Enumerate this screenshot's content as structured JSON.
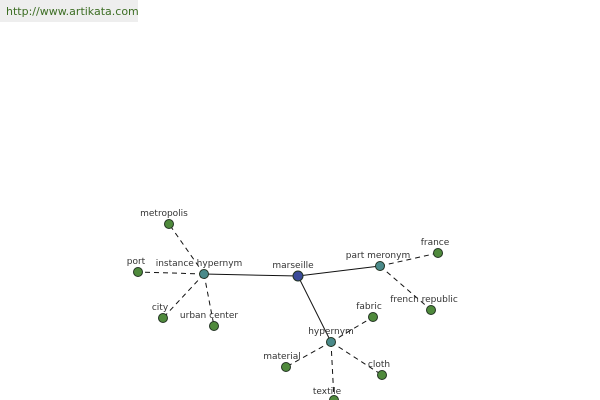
{
  "url_banner": {
    "text": "http://www.artikata.com"
  },
  "colors": {
    "center": "#3a4a9a",
    "relation": "#4a8a8a",
    "leaf": "#4f8a3c"
  },
  "graph": {
    "center": "marseille",
    "relations": [
      {
        "id": "instance_hypernym",
        "label": "instance hypernym",
        "terms": [
          "metropolis",
          "port",
          "city",
          "urban center"
        ]
      },
      {
        "id": "part_meronym",
        "label": "part meronym",
        "terms": [
          "france",
          "french republic"
        ]
      },
      {
        "id": "hypernym",
        "label": "hypernym",
        "terms": [
          "fabric",
          "material",
          "textile",
          "cloth"
        ]
      }
    ]
  }
}
